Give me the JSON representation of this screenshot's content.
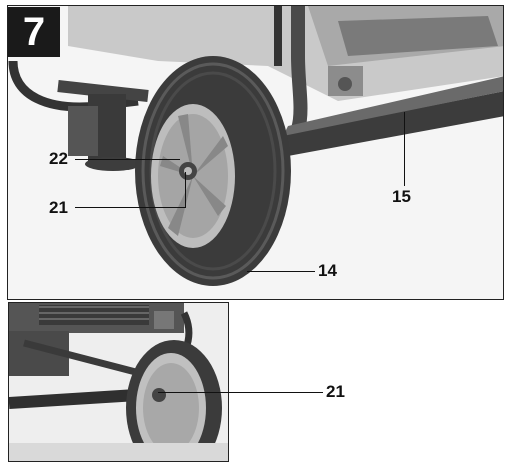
{
  "figure": {
    "step_number": "7",
    "callouts": [
      {
        "id": "c22",
        "label": "22"
      },
      {
        "id": "c21a",
        "label": "21"
      },
      {
        "id": "c15",
        "label": "15"
      },
      {
        "id": "c14",
        "label": "14"
      },
      {
        "id": "c21b",
        "label": "21"
      }
    ]
  }
}
